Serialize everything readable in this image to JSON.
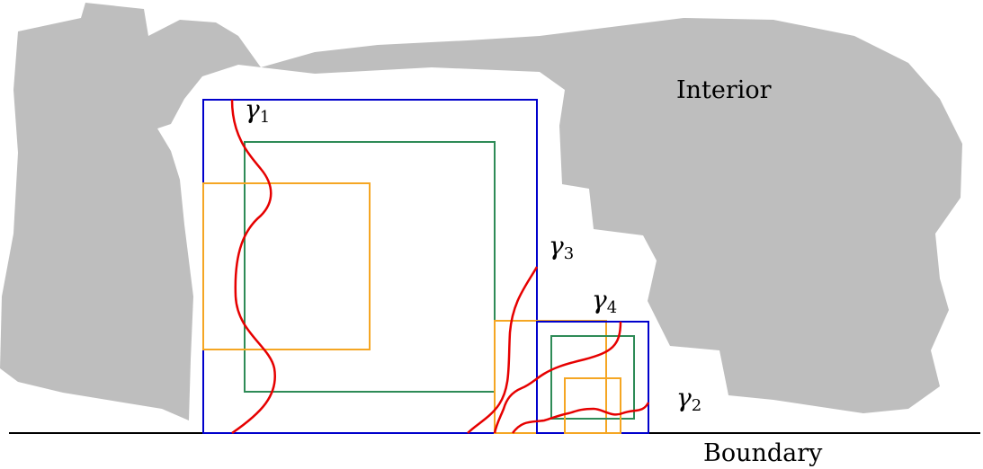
{
  "labels": {
    "interior": "Interior",
    "boundary": "Boundary",
    "gamma_symbol": "γ",
    "gamma1_sub": "1",
    "gamma2_sub": "2",
    "gamma3_sub": "3",
    "gamma4_sub": "4"
  },
  "colors": {
    "interior_fill": "#bebebe",
    "boundary_line": "#000000",
    "box_blue": "#0000cc",
    "box_green": "#2e8b57",
    "box_orange": "#f5a623",
    "curve_red": "#e60000"
  }
}
